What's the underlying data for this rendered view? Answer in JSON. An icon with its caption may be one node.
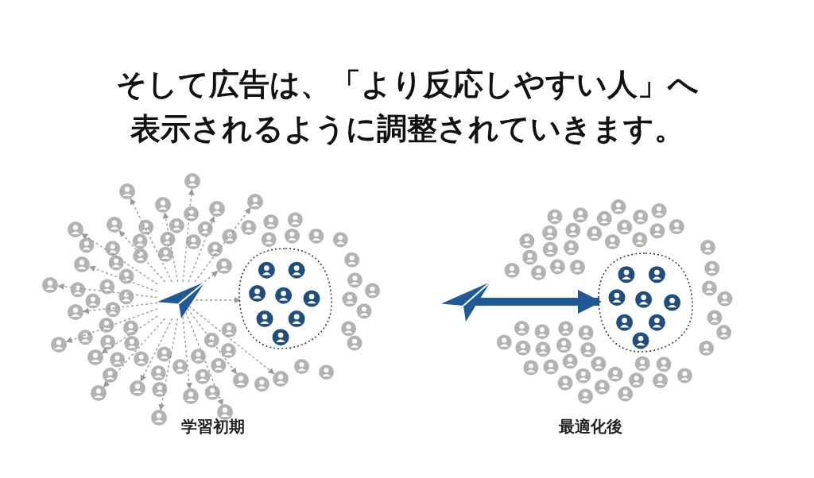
{
  "diagram": {
    "title": "そして広告は、「**より反応しやすい人**」へ表示されるように調整されていきます。",
    "nodes": [
      {
        "text": [],
        "shape": "picture"
      },
      {
        "text": [],
        "shape": "person"
      },
      {
        "text": [],
        "shape": "person"
      },
      {
        "text": [],
        "shape": "person"
      },
      {
        "text": [],
        "shape": "person"
      },
      {
        "text": [],
        "shape": "person"
      },
      {
        "text": [],
        "shape": "person"
      },
      {
        "text": [],
        "shape": "person"
      },
      {
        "text": [],
        "shape": "person"
      },
      {
        "text": [],
        "shape": "person"
      },
      {
        "text": [],
        "shape": "person"
      },
      {
        "text": [],
        "shape": "person"
      },
      {
        "text": [],
        "shape": "person"
      },
      {
        "text": [],
        "shape": "person"
      },
      {
        "text": [],
        "shape": "person"
      },
      {
        "text": [],
        "shape": "person"
      },
      {
        "text": [],
        "shape": "person"
      },
      {
        "text": [],
        "shape": "person"
      },
      {
        "text": [],
        "shape": "person"
      },
      {
        "text": [],
        "shape": "person"
      },
      {
        "text": [],
        "shape": "person"
      },
      {
        "text": [],
        "shape": "cloud"
      },
      {
        "text": [],
        "shape": "picture"
      },
      {
        "text": [],
        "shape": "cloud"
      }
    ],
    "edges": [
      {
        "from": 0,
        "to": 1,
        "arrow": "to",
        "style": "dashed"
      },
      {
        "from": 0,
        "to": 2,
        "arrow": "to",
        "style": "dashed"
      },
      {
        "from": 0,
        "to": 3,
        "arrow": "to",
        "style": "dashed"
      },
      {
        "from": 0,
        "to": 4,
        "arrow": "to",
        "style": "dashed"
      },
      {
        "from": 0,
        "to": 5,
        "arrow": "to",
        "style": "dashed"
      },
      {
        "from": 0,
        "to": 6,
        "arrow": "to",
        "style": "dashed"
      },
      {
        "from": 0,
        "to": 7,
        "arrow": "to",
        "style": "dashed"
      },
      {
        "from": 0,
        "to": 8,
        "arrow": "to",
        "style": "dashed"
      },
      {
        "from": 0,
        "to": 9,
        "arrow": "to",
        "style": "dashed"
      },
      {
        "from": 0,
        "to": 10,
        "arrow": "to",
        "style": "dashed"
      },
      {
        "from": 0,
        "to": 11,
        "arrow": "to",
        "style": "dashed"
      },
      {
        "from": 0,
        "to": 12,
        "arrow": "to",
        "style": "dashed"
      },
      {
        "from": 0,
        "to": 13,
        "arrow": "to",
        "style": "dashed"
      },
      {
        "from": 0,
        "to": 14,
        "arrow": "to",
        "style": "dashed"
      },
      {
        "from": 0,
        "to": 15,
        "arrow": "to",
        "style": "dashed"
      },
      {
        "from": 0,
        "to": 16,
        "arrow": "to",
        "style": "dashed"
      },
      {
        "from": 0,
        "to": 17,
        "arrow": "to",
        "style": "dashed"
      },
      {
        "from": 0,
        "to": 18,
        "arrow": "to",
        "style": "dashed"
      },
      {
        "from": 0,
        "to": 19,
        "arrow": "to",
        "style": "dashed"
      },
      {
        "from": 0,
        "to": 20,
        "arrow": "to",
        "style": "dashed"
      },
      {
        "from": 0,
        "to": 21,
        "arrow": "to",
        "style": "dashed"
      },
      {
        "from": 22,
        "to": 23,
        "arrow": "to",
        "style": "thick",
        "color": "#1f5a96"
      }
    ],
    "labels": [
      "学習初期",
      "最適化後"
    ]
  }
}
